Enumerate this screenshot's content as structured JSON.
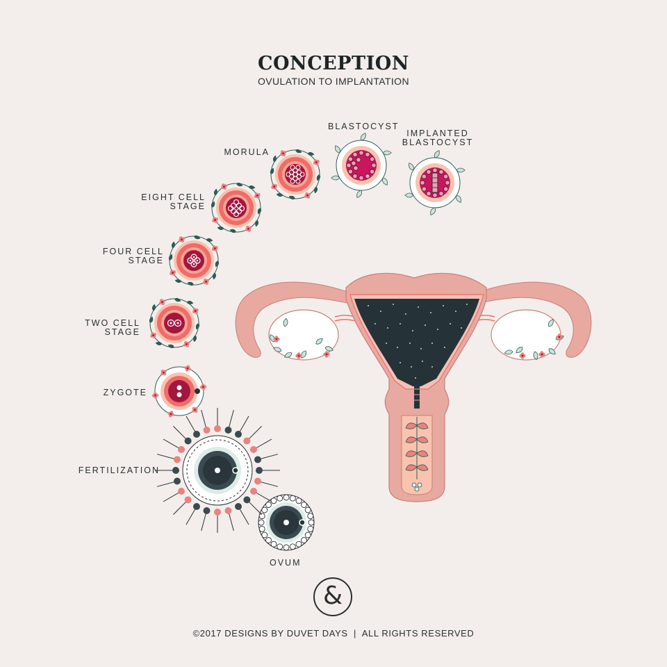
{
  "header": {
    "title": "CONCEPTION",
    "subtitle": "OVULATION TO IMPLANTATION"
  },
  "stages": [
    {
      "id": "ovum",
      "label": "OVUM"
    },
    {
      "id": "fertilization",
      "label": "FERTILIZATION"
    },
    {
      "id": "zygote",
      "label": "ZYGOTE"
    },
    {
      "id": "two-cell",
      "label_line1": "TWO CELL",
      "label_line2": "STAGE"
    },
    {
      "id": "four-cell",
      "label_line1": "FOUR CELL",
      "label_line2": "STAGE"
    },
    {
      "id": "eight-cell",
      "label_line1": "EIGHT CELL",
      "label_line2": "STAGE"
    },
    {
      "id": "morula",
      "label": "MORULA"
    },
    {
      "id": "blastocyst",
      "label": "BLASTOCYST"
    },
    {
      "id": "implanted-blastocyst",
      "label_line1": "IMPLANTED",
      "label_line2": "BLASTOCYST"
    }
  ],
  "logo": {
    "glyph": "&"
  },
  "footer": {
    "text": "©2017 DESIGNS BY DUVET DAYS  |  ALL RIGHTS RESERVED"
  },
  "colors": {
    "background": "#f3eeeb",
    "coral": "#ef6c68",
    "crimson": "#a3173f",
    "magenta": "#c8175d",
    "peach": "#f9c3b0",
    "uterus_pink": "#e8a9a0",
    "uterus_dark": "#253338",
    "leaf": "#2f5b57",
    "ovum_teal": "#dbece6"
  },
  "icons": {
    "logo": "ampersand-icon"
  }
}
